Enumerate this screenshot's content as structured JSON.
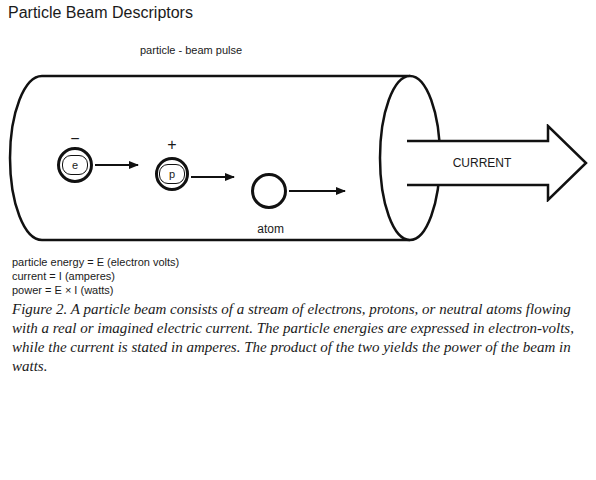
{
  "diagram": {
    "title": "Particle Beam Descriptors",
    "caption": "Figure 2. A particle beam consists of a stream of electrons, protons, or neutral atoms flowing with a real or imagined electric current. The particle energies are expressed in electron-volts, while the current is stated in amperes. The product of the two yields the power of the beam in watts.",
    "nodes": [
      {
        "text": [
          "e"
        ]
      },
      {
        "text": [
          "p"
        ]
      },
      {
        "text": [
          "atom"
        ]
      },
      {
        "text": [
          "CURRENT"
        ]
      }
    ],
    "labels": [
      "particle - beam pulse",
      "−",
      "+",
      "particle energy = E (electron volts)",
      "current = I (amperes)",
      "power = E × I (watts)"
    ]
  }
}
